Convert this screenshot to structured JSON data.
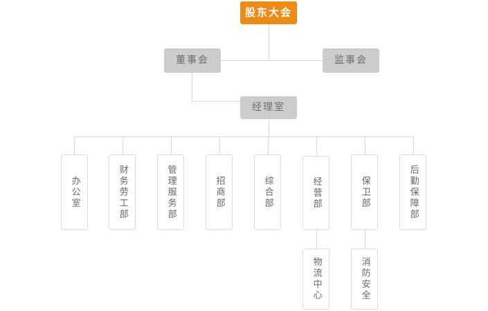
{
  "chart_data": {
    "type": "diagram",
    "title": "",
    "subtype": "organization-chart",
    "orientation": "top-down",
    "colors": {
      "root_fill": "#ed8b14",
      "root_text": "#ffffff",
      "level2_fill": "#cccccc",
      "level2_text": "#6e6e6e",
      "dept_fill": "#ffffff",
      "dept_border": "#dcdcdc",
      "dept_text": "#666666",
      "connector": "#d8d8d8"
    },
    "nodes": [
      {
        "id": "n1",
        "label": "股东大会",
        "level": 1,
        "style": "root"
      },
      {
        "id": "n2",
        "label": "董事会",
        "level": 2,
        "style": "grey"
      },
      {
        "id": "n3",
        "label": "监事会",
        "level": 2,
        "style": "grey"
      },
      {
        "id": "n4",
        "label": "经理室",
        "level": 3,
        "style": "grey"
      },
      {
        "id": "n5",
        "label": "办公室",
        "level": 4,
        "style": "dept"
      },
      {
        "id": "n6",
        "label": "财务劳工部",
        "level": 4,
        "style": "dept"
      },
      {
        "id": "n7",
        "label": "管理服务部",
        "level": 4,
        "style": "dept"
      },
      {
        "id": "n8",
        "label": "招商部",
        "level": 4,
        "style": "dept"
      },
      {
        "id": "n9",
        "label": "综合部",
        "level": 4,
        "style": "dept"
      },
      {
        "id": "n10",
        "label": "经营部",
        "level": 4,
        "style": "dept"
      },
      {
        "id": "n11",
        "label": "保卫部",
        "level": 4,
        "style": "dept"
      },
      {
        "id": "n12",
        "label": "后勤保障部",
        "level": 4,
        "style": "dept"
      },
      {
        "id": "n13",
        "label": "物流中心",
        "level": 5,
        "style": "dept"
      },
      {
        "id": "n14",
        "label": "消防安全",
        "level": 5,
        "style": "dept"
      }
    ],
    "edges": [
      {
        "from": "n1",
        "to": "n2"
      },
      {
        "from": "n1",
        "to": "n3"
      },
      {
        "from": "n2",
        "to": "n4"
      },
      {
        "from": "n4",
        "to": "n5"
      },
      {
        "from": "n4",
        "to": "n6"
      },
      {
        "from": "n4",
        "to": "n7"
      },
      {
        "from": "n4",
        "to": "n8"
      },
      {
        "from": "n4",
        "to": "n9"
      },
      {
        "from": "n4",
        "to": "n10"
      },
      {
        "from": "n4",
        "to": "n11"
      },
      {
        "from": "n4",
        "to": "n12"
      },
      {
        "from": "n10",
        "to": "n13"
      },
      {
        "from": "n11",
        "to": "n14"
      }
    ]
  },
  "chart": {
    "root": {
      "label": "股东大会"
    },
    "level2": {
      "board": {
        "label": "董事会"
      },
      "supervisors": {
        "label": "监事会"
      }
    },
    "level3": {
      "manager_office": {
        "label": "经理室"
      }
    },
    "departments": [
      {
        "label": "办公室"
      },
      {
        "label": "财务劳工部"
      },
      {
        "label": "管理服务部"
      },
      {
        "label": "招商部"
      },
      {
        "label": "综合部"
      },
      {
        "label": "经营部"
      },
      {
        "label": "保卫部"
      },
      {
        "label": "后勤保障部"
      }
    ],
    "subunits": [
      {
        "label": "物流中心"
      },
      {
        "label": "消防安全"
      }
    ]
  }
}
